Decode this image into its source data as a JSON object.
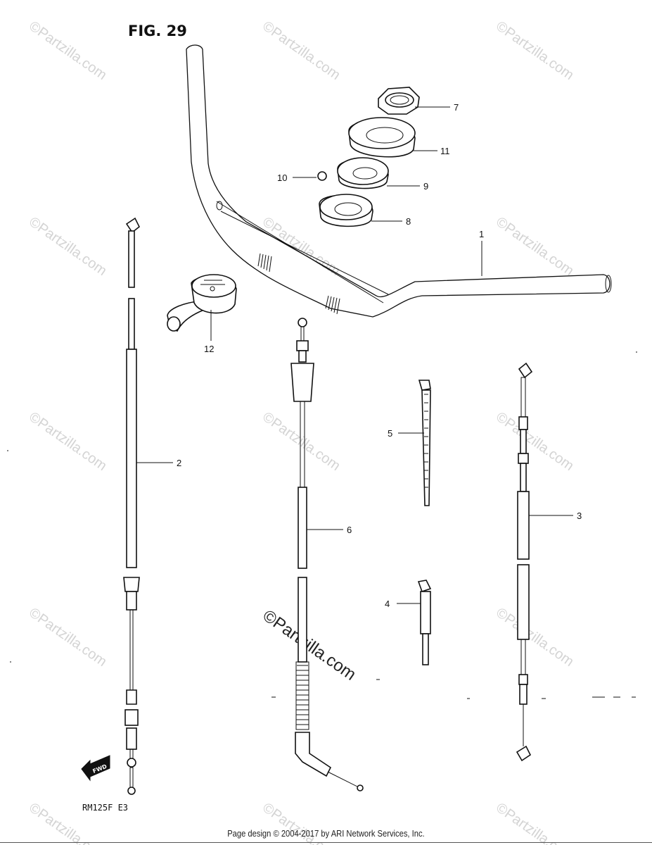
{
  "figure": {
    "title": "FIG. 29",
    "model_code": "RM125F E3",
    "fwd_label": "FWD"
  },
  "parts": [
    {
      "callout": "1"
    },
    {
      "callout": "2"
    },
    {
      "callout": "3"
    },
    {
      "callout": "4"
    },
    {
      "callout": "5"
    },
    {
      "callout": "6"
    },
    {
      "callout": "7"
    },
    {
      "callout": "8"
    },
    {
      "callout": "9"
    },
    {
      "callout": "10"
    },
    {
      "callout": "11"
    },
    {
      "callout": "12"
    }
  ],
  "watermark": {
    "small": "©Partzilla.com",
    "center": "©Partzilla.com"
  },
  "footer": {
    "text": "Page design © 2004-2017 by ARI Network Services, Inc."
  }
}
